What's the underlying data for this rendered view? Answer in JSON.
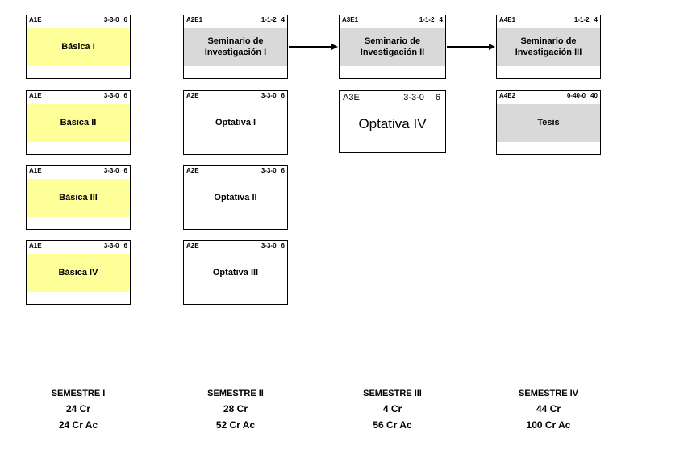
{
  "courses": [
    {
      "code": "A1E",
      "dist": "3-3-0",
      "cr": "6",
      "title": "Básica I"
    },
    {
      "code": "A1E",
      "dist": "3-3-0",
      "cr": "6",
      "title": "Básica II"
    },
    {
      "code": "A1E",
      "dist": "3-3-0",
      "cr": "6",
      "title": "Básica III"
    },
    {
      "code": "A1E",
      "dist": "3-3-0",
      "cr": "6",
      "title": "Básica IV"
    },
    {
      "code": "A2E1",
      "dist": "1-1-2",
      "cr": "4",
      "title": "Seminario de Investigación I"
    },
    {
      "code": "A2E",
      "dist": "3-3-0",
      "cr": "6",
      "title": "Optativa I"
    },
    {
      "code": "A2E",
      "dist": "3-3-0",
      "cr": "6",
      "title": "Optativa II"
    },
    {
      "code": "A2E",
      "dist": "3-3-0",
      "cr": "6",
      "title": "Optativa III"
    },
    {
      "code": "A3E1",
      "dist": "1-1-2",
      "cr": "4",
      "title": "Seminario de Investigación II"
    },
    {
      "code": "A3E",
      "dist": "3-3-0",
      "cr": "6",
      "title": "Optativa IV"
    },
    {
      "code": "A4E1",
      "dist": "1-1-2",
      "cr": "4",
      "title": "Seminario de Investigación III"
    },
    {
      "code": "A4E2",
      "dist": "0-40-0",
      "cr": "40",
      "title": "Tesis"
    }
  ],
  "colors": {
    "basica": "#FFFF99",
    "seminario": "#D9D9D9",
    "optativa": "#FFFFFF",
    "border": "#000000"
  },
  "summary": [
    {
      "semester": "SEMESTRE I",
      "credits": "24 Cr",
      "accumulated": "24 Cr Ac"
    },
    {
      "semester": "SEMESTRE II",
      "credits": "28 Cr",
      "accumulated": "52 Cr Ac"
    },
    {
      "semester": "SEMESTRE III",
      "credits": "4 Cr",
      "accumulated": "56 Cr Ac"
    },
    {
      "semester": "SEMESTRE IV",
      "credits": "44 Cr",
      "accumulated": "100 Cr Ac"
    }
  ]
}
